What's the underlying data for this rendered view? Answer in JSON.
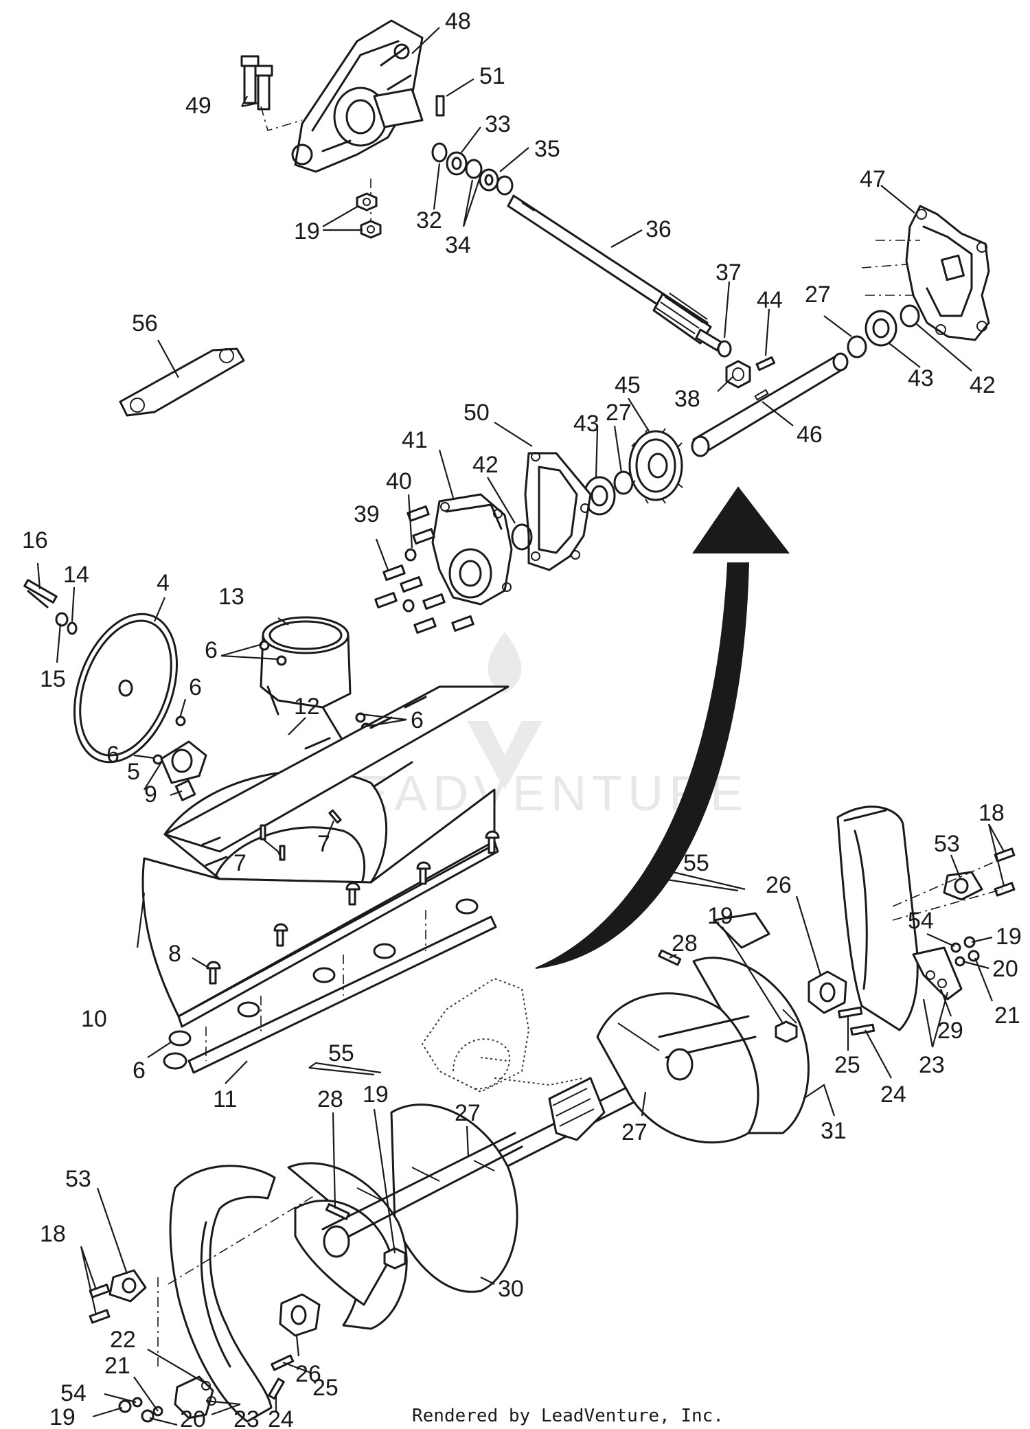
{
  "diagram": {
    "callouts": [
      {
        "id": "c48",
        "label": "48"
      },
      {
        "id": "c51",
        "label": "51"
      },
      {
        "id": "c49",
        "label": "49"
      },
      {
        "id": "c33",
        "label": "33"
      },
      {
        "id": "c35",
        "label": "35"
      },
      {
        "id": "c32",
        "label": "32"
      },
      {
        "id": "c34",
        "label": "34"
      },
      {
        "id": "c19a",
        "label": "19"
      },
      {
        "id": "c36",
        "label": "36"
      },
      {
        "id": "c47",
        "label": "47"
      },
      {
        "id": "c56",
        "label": "56"
      },
      {
        "id": "c37",
        "label": "37"
      },
      {
        "id": "c44",
        "label": "44"
      },
      {
        "id": "c27a",
        "label": "27"
      },
      {
        "id": "c43a",
        "label": "43"
      },
      {
        "id": "c42a",
        "label": "42"
      },
      {
        "id": "c38",
        "label": "38"
      },
      {
        "id": "c46",
        "label": "46"
      },
      {
        "id": "c50",
        "label": "50"
      },
      {
        "id": "c45",
        "label": "45"
      },
      {
        "id": "c41",
        "label": "41"
      },
      {
        "id": "c43b",
        "label": "43"
      },
      {
        "id": "c27b",
        "label": "27"
      },
      {
        "id": "c42b",
        "label": "42"
      },
      {
        "id": "c40",
        "label": "40"
      },
      {
        "id": "c39",
        "label": "39"
      },
      {
        "id": "c16",
        "label": "16"
      },
      {
        "id": "c14",
        "label": "14"
      },
      {
        "id": "c4",
        "label": "4"
      },
      {
        "id": "c13",
        "label": "13"
      },
      {
        "id": "c15",
        "label": "15"
      },
      {
        "id": "c6a",
        "label": "6"
      },
      {
        "id": "c6b",
        "label": "6"
      },
      {
        "id": "c12",
        "label": "12"
      },
      {
        "id": "c6c",
        "label": "6"
      },
      {
        "id": "c6d",
        "label": "6"
      },
      {
        "id": "c5",
        "label": "5"
      },
      {
        "id": "c9",
        "label": "9"
      },
      {
        "id": "c7a",
        "label": "7"
      },
      {
        "id": "c7b",
        "label": "7"
      },
      {
        "id": "c18a",
        "label": "18"
      },
      {
        "id": "c53a",
        "label": "53"
      },
      {
        "id": "c26a",
        "label": "26"
      },
      {
        "id": "c55a",
        "label": "55"
      },
      {
        "id": "c28a",
        "label": "28"
      },
      {
        "id": "c19b",
        "label": "19"
      },
      {
        "id": "c54a",
        "label": "54"
      },
      {
        "id": "c19c",
        "label": "19"
      },
      {
        "id": "c20a",
        "label": "20"
      },
      {
        "id": "c8",
        "label": "8"
      },
      {
        "id": "c10",
        "label": "10"
      },
      {
        "id": "c21a",
        "label": "21"
      },
      {
        "id": "c29",
        "label": "29"
      },
      {
        "id": "c25a",
        "label": "25"
      },
      {
        "id": "c23a",
        "label": "23"
      },
      {
        "id": "c24a",
        "label": "24"
      },
      {
        "id": "c6e",
        "label": "6"
      },
      {
        "id": "c11",
        "label": "11"
      },
      {
        "id": "c31",
        "label": "31"
      },
      {
        "id": "c55b",
        "label": "55"
      },
      {
        "id": "c28b",
        "label": "28"
      },
      {
        "id": "c19d",
        "label": "19"
      },
      {
        "id": "c27c",
        "label": "27"
      },
      {
        "id": "c27d",
        "label": "27"
      },
      {
        "id": "c53b",
        "label": "53"
      },
      {
        "id": "c18b",
        "label": "18"
      },
      {
        "id": "c30",
        "label": "30"
      },
      {
        "id": "c22",
        "label": "22"
      },
      {
        "id": "c26b",
        "label": "26"
      },
      {
        "id": "c21b",
        "label": "21"
      },
      {
        "id": "c25b",
        "label": "25"
      },
      {
        "id": "c54b",
        "label": "54"
      },
      {
        "id": "c19e",
        "label": "19"
      },
      {
        "id": "c20b",
        "label": "20"
      },
      {
        "id": "c23b",
        "label": "23"
      },
      {
        "id": "c24b",
        "label": "24"
      }
    ],
    "watermark": "LEADVENTURE",
    "footer": "Rendered by LeadVenture, Inc."
  }
}
